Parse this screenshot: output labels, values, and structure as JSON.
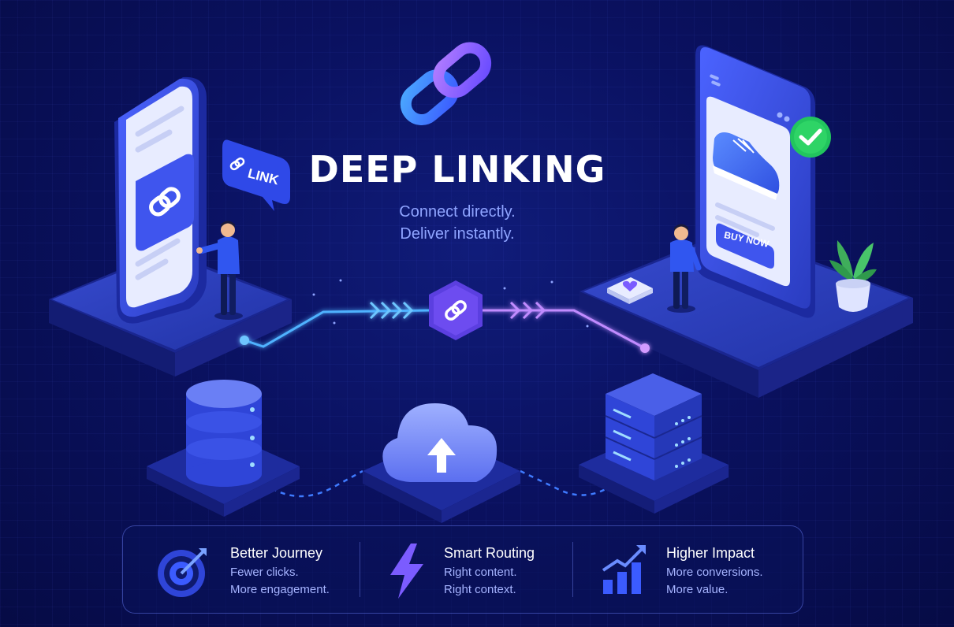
{
  "header": {
    "title": "DEEP LINKING",
    "subtitle_line1": "Connect directly.",
    "subtitle_line2": "Deliver instantly."
  },
  "left_phone": {
    "bubble_label": "LINK"
  },
  "right_phone": {
    "cta_label": "BUY NOW"
  },
  "features": [
    {
      "title": "Better Journey",
      "line1": "Fewer clicks.",
      "line2": "More engagement.",
      "icon": "target-icon"
    },
    {
      "title": "Smart Routing",
      "line1": "Right content.",
      "line2": "Right context.",
      "icon": "lightning-icon"
    },
    {
      "title": "Higher Impact",
      "line1": "More conversions.",
      "line2": "More value.",
      "icon": "growth-chart-icon"
    }
  ],
  "colors": {
    "background": "#0a1160",
    "accent_blue": "#3d5bff",
    "accent_purple": "#8b5cf6",
    "success_green": "#22c55e",
    "text_light": "#a6b4ff"
  }
}
